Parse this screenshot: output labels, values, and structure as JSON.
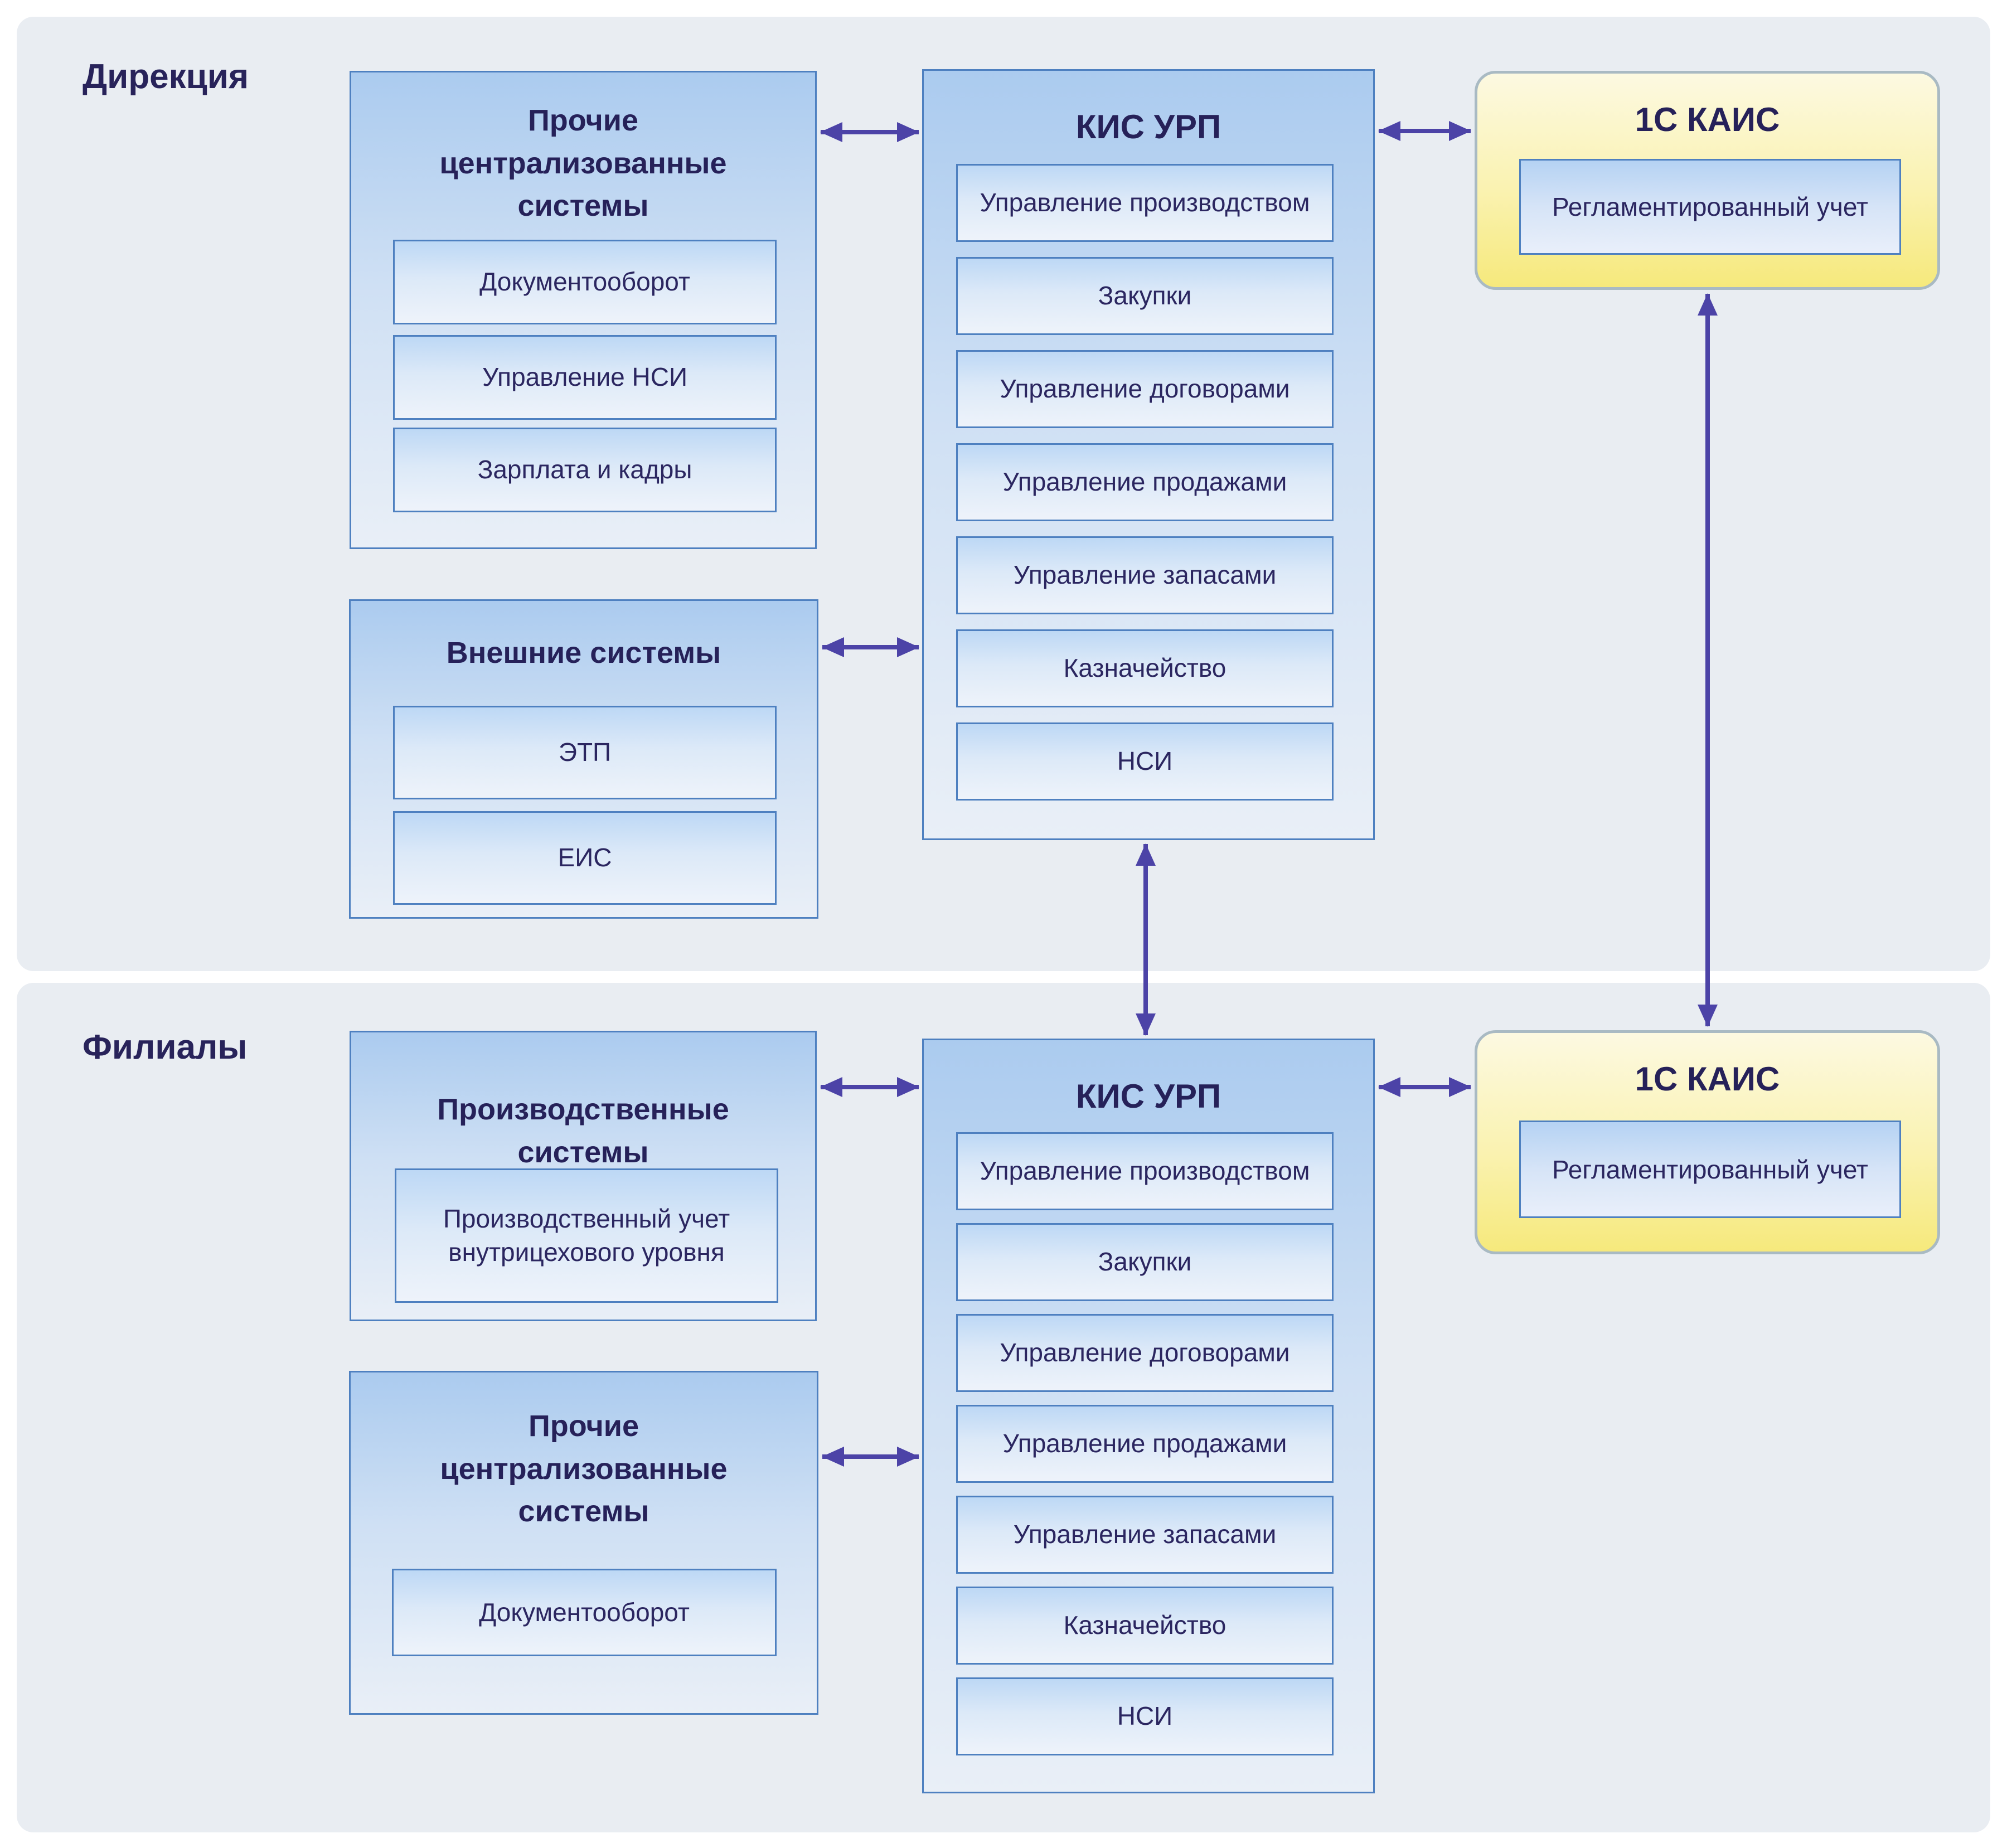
{
  "colors": {
    "canvas_bg": "#ffffff",
    "panel_bg": "#e9edf2",
    "box_border": "#4e80c0",
    "box_gradient_top": "#abcbef",
    "box_gradient_bottom": "#e9eff7",
    "subbox_gradient_top": "#bdd8f5",
    "subbox_gradient_bottom": "#eef3fa",
    "yellow_gradient_top": "#fcf9e1",
    "yellow_gradient_bottom": "#f6e97c",
    "yellow_border": "#a9bac3",
    "arrow": "#4c43a7",
    "text": "#28235a"
  },
  "sections": {
    "direction": {
      "label": "Дирекция",
      "other_central_systems": {
        "title": "Прочие централизованные системы",
        "items": [
          "Документооборот",
          "Управление НСИ",
          "Зарплата и кадры"
        ]
      },
      "external_systems": {
        "title": "Внешние системы",
        "items": [
          "ЭТП",
          "ЕИС"
        ]
      },
      "kis_urp": {
        "title": "КИС УРП",
        "items": [
          "Управление производством",
          "Закупки",
          "Управление договорами",
          "Управление продажами",
          "Управление запасами",
          "Казначейство",
          "НСИ"
        ]
      },
      "kais_1c": {
        "title": "1С КАИС",
        "items": [
          "Регламентированный учет"
        ]
      }
    },
    "branches": {
      "label": "Филиалы",
      "production_systems": {
        "title": "Производственные системы",
        "items": [
          "Производственный учет внутрицехового уровня"
        ]
      },
      "other_central_systems": {
        "title": "Прочие централизованные системы",
        "items": [
          "Документооборот"
        ]
      },
      "kis_urp": {
        "title": "КИС УРП",
        "items": [
          "Управление производством",
          "Закупки",
          "Управление договорами",
          "Управление продажами",
          "Управление запасами",
          "Казначейство",
          "НСИ"
        ]
      },
      "kais_1c": {
        "title": "1С КАИС",
        "items": [
          "Регламентированный учет"
        ]
      }
    }
  }
}
